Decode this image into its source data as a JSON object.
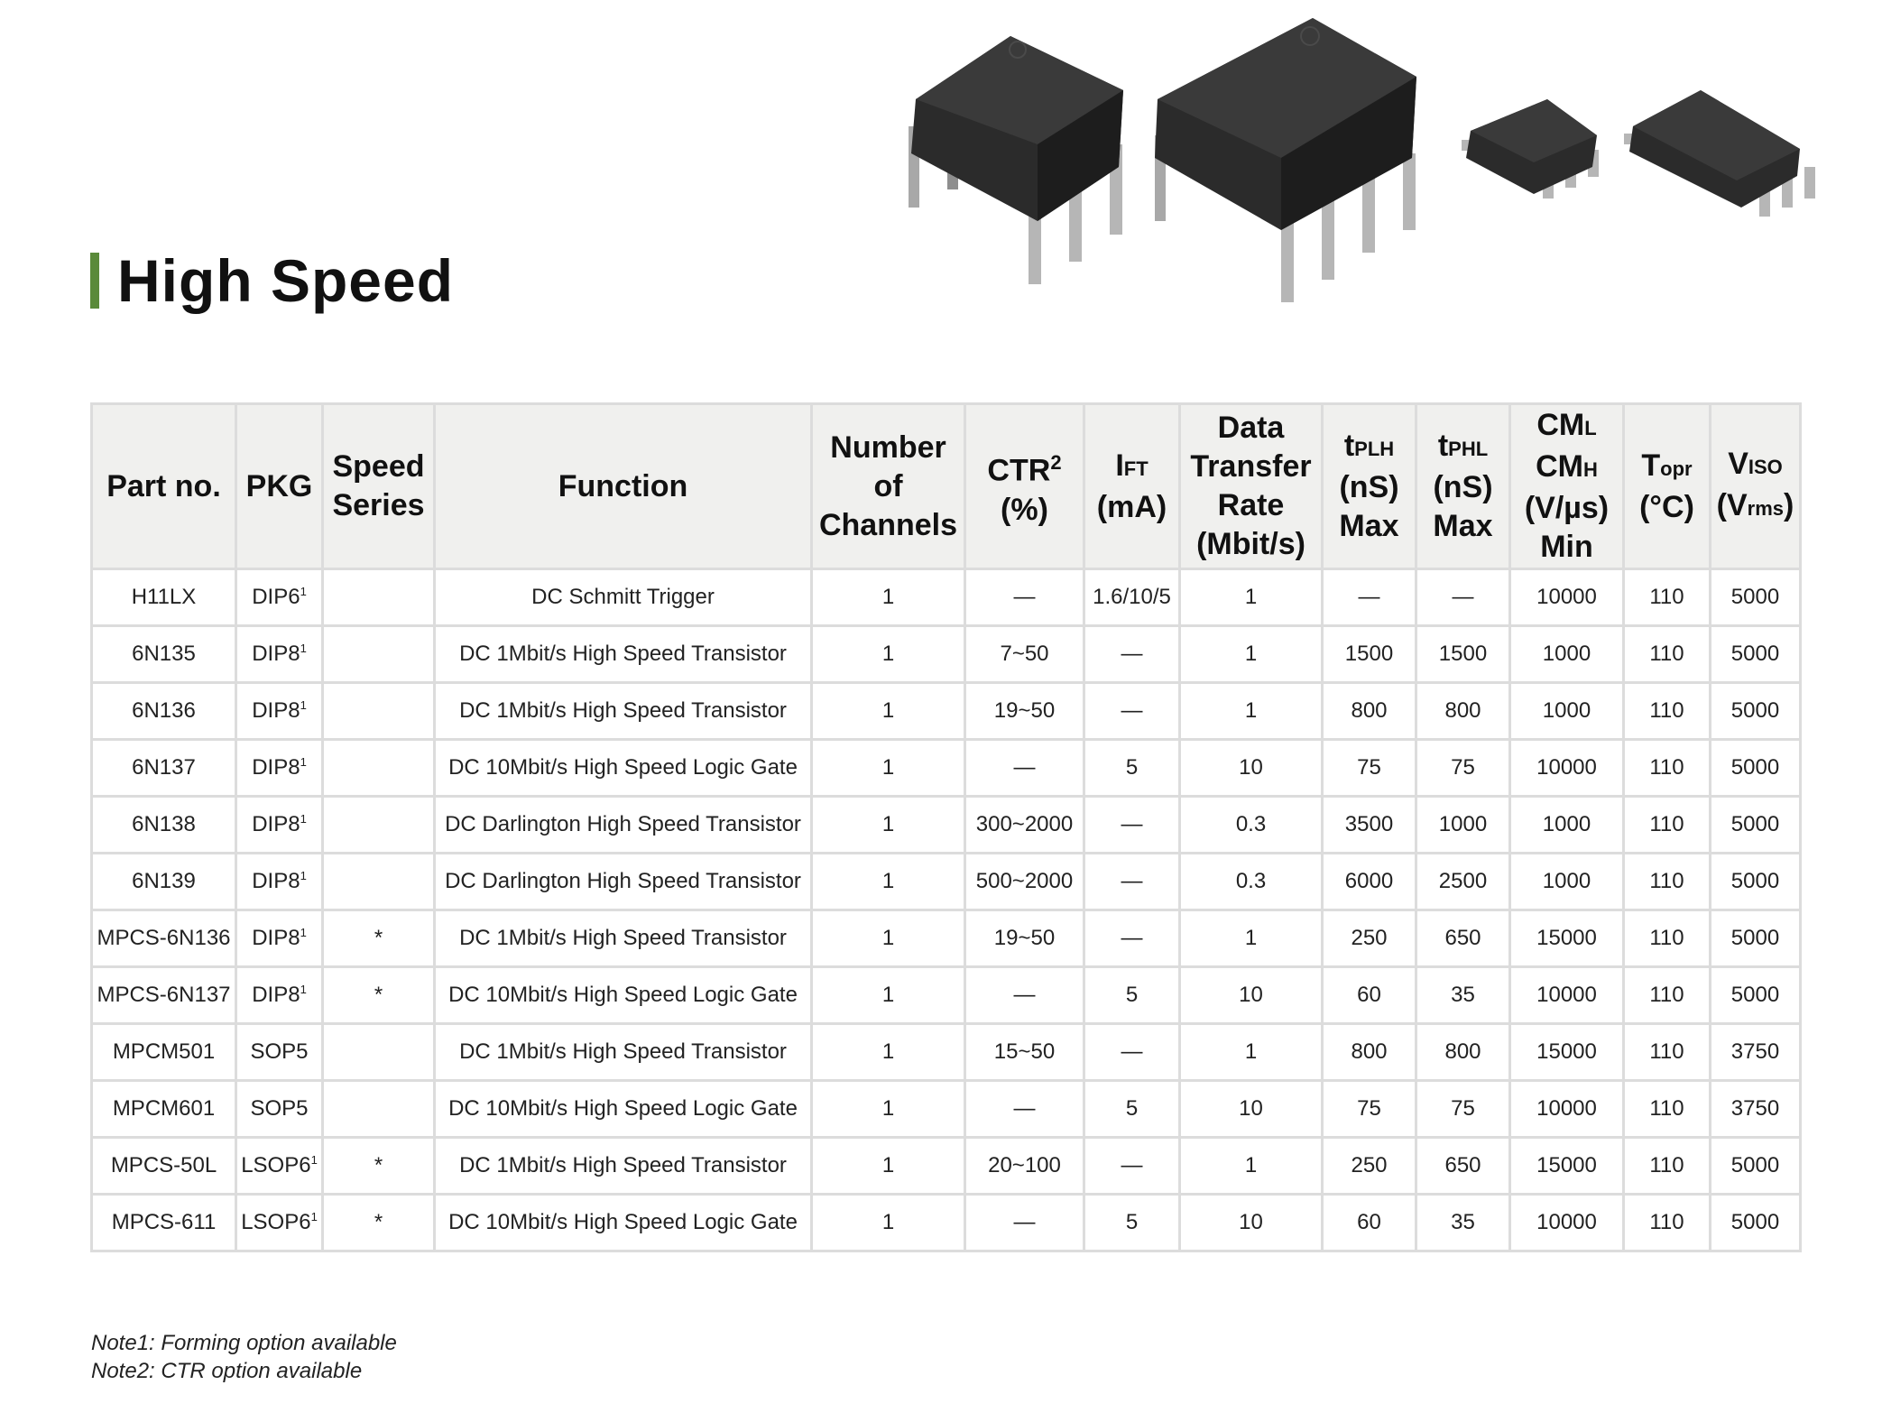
{
  "title": "High Speed",
  "colors": {
    "accent": "#5a8a3a",
    "header_bg": "#f0f0ee",
    "grid": "#dcdcdc"
  },
  "product_image": "optocoupler-packages-dip6-dip8-sop5-lsop6",
  "table": {
    "headers": {
      "part_no": "Part no.",
      "pkg": "PKG",
      "speed_1": "Speed",
      "speed_2": "Series",
      "function": "Function",
      "channels_1": "Number",
      "channels_2": "of",
      "channels_3": "Channels",
      "ctr_1": "CTR",
      "ctr_sup": "2",
      "ctr_2": "(%)",
      "ift_main": "I",
      "ift_sub": "FT",
      "ift_2": "(mA)",
      "dtr_1": "Data",
      "dtr_2": "Transfer",
      "dtr_3": "Rate",
      "dtr_4": "(Mbit/s)",
      "tplh_main": "t",
      "tplh_sub": "PLH",
      "tplh_2": "(nS)",
      "tplh_3": "Max",
      "tphl_main": "t",
      "tphl_sub": "PHL",
      "tphl_2": "(nS)",
      "tphl_3": "Max",
      "cml_main": "CM",
      "cml_sub": "L",
      "cmh_main": "CM",
      "cmh_sub": "H",
      "cm_unit": "(V/µs)",
      "cm_min": "Min",
      "topr_main": "T",
      "topr_sub": "opr",
      "topr_2": "(°C)",
      "viso_main": "V",
      "viso_sub": "ISO",
      "viso_2_open": "(V",
      "viso_2_sub": "rms",
      "viso_2_close": ")"
    },
    "rows": [
      {
        "part": "H11LX",
        "pkg": "DIP6",
        "pkg_note": "1",
        "speed": "",
        "function": "DC Schmitt Trigger",
        "channels": "1",
        "ctr": "—",
        "ift": "1.6/10/5",
        "rate": "1",
        "tplh": "—",
        "tphl": "—",
        "cm": "10000",
        "topr": "110",
        "viso": "5000"
      },
      {
        "part": "6N135",
        "pkg": "DIP8",
        "pkg_note": "1",
        "speed": "",
        "function": "DC 1Mbit/s High Speed Transistor",
        "channels": "1",
        "ctr": "7~50",
        "ift": "—",
        "rate": "1",
        "tplh": "1500",
        "tphl": "1500",
        "cm": "1000",
        "topr": "110",
        "viso": "5000"
      },
      {
        "part": "6N136",
        "pkg": "DIP8",
        "pkg_note": "1",
        "speed": "",
        "function": "DC 1Mbit/s High Speed Transistor",
        "channels": "1",
        "ctr": "19~50",
        "ift": "—",
        "rate": "1",
        "tplh": "800",
        "tphl": "800",
        "cm": "1000",
        "topr": "110",
        "viso": "5000"
      },
      {
        "part": "6N137",
        "pkg": "DIP8",
        "pkg_note": "1",
        "speed": "",
        "function": "DC 10Mbit/s High Speed Logic Gate",
        "channels": "1",
        "ctr": "—",
        "ift": "5",
        "rate": "10",
        "tplh": "75",
        "tphl": "75",
        "cm": "10000",
        "topr": "110",
        "viso": "5000"
      },
      {
        "part": "6N138",
        "pkg": "DIP8",
        "pkg_note": "1",
        "speed": "",
        "function": "DC Darlington High Speed Transistor",
        "channels": "1",
        "ctr": "300~2000",
        "ift": "—",
        "rate": "0.3",
        "tplh": "3500",
        "tphl": "1000",
        "cm": "1000",
        "topr": "110",
        "viso": "5000"
      },
      {
        "part": "6N139",
        "pkg": "DIP8",
        "pkg_note": "1",
        "speed": "",
        "function": "DC Darlington High Speed Transistor",
        "channels": "1",
        "ctr": "500~2000",
        "ift": "—",
        "rate": "0.3",
        "tplh": "6000",
        "tphl": "2500",
        "cm": "1000",
        "topr": "110",
        "viso": "5000"
      },
      {
        "part": "MPCS-6N136",
        "pkg": "DIP8",
        "pkg_note": "1",
        "speed": "*",
        "function": "DC 1Mbit/s High Speed Transistor",
        "channels": "1",
        "ctr": "19~50",
        "ift": "—",
        "rate": "1",
        "tplh": "250",
        "tphl": "650",
        "cm": "15000",
        "topr": "110",
        "viso": "5000"
      },
      {
        "part": "MPCS-6N137",
        "pkg": "DIP8",
        "pkg_note": "1",
        "speed": "*",
        "function": "DC 10Mbit/s High Speed Logic Gate",
        "channels": "1",
        "ctr": "—",
        "ift": "5",
        "rate": "10",
        "tplh": "60",
        "tphl": "35",
        "cm": "10000",
        "topr": "110",
        "viso": "5000"
      },
      {
        "part": "MPCM501",
        "pkg": "SOP5",
        "pkg_note": "",
        "speed": "",
        "function": "DC 1Mbit/s High Speed Transistor",
        "channels": "1",
        "ctr": "15~50",
        "ift": "—",
        "rate": "1",
        "tplh": "800",
        "tphl": "800",
        "cm": "15000",
        "topr": "110",
        "viso": "3750"
      },
      {
        "part": "MPCM601",
        "pkg": "SOP5",
        "pkg_note": "",
        "speed": "",
        "function": "DC 10Mbit/s High Speed Logic Gate",
        "channels": "1",
        "ctr": "—",
        "ift": "5",
        "rate": "10",
        "tplh": "75",
        "tphl": "75",
        "cm": "10000",
        "topr": "110",
        "viso": "3750"
      },
      {
        "part": "MPCS-50L",
        "pkg": "LSOP6",
        "pkg_note": "1",
        "speed": "*",
        "function": "DC 1Mbit/s High Speed Transistor",
        "channels": "1",
        "ctr": "20~100",
        "ift": "—",
        "rate": "1",
        "tplh": "250",
        "tphl": "650",
        "cm": "15000",
        "topr": "110",
        "viso": "5000"
      },
      {
        "part": "MPCS-611",
        "pkg": "LSOP6",
        "pkg_note": "1",
        "speed": "*",
        "function": "DC 10Mbit/s High Speed Logic Gate",
        "channels": "1",
        "ctr": "—",
        "ift": "5",
        "rate": "10",
        "tplh": "60",
        "tphl": "35",
        "cm": "10000",
        "topr": "110",
        "viso": "5000"
      }
    ]
  },
  "notes": {
    "note1": "Note1: Forming option available",
    "note2": "Note2: CTR option available"
  }
}
